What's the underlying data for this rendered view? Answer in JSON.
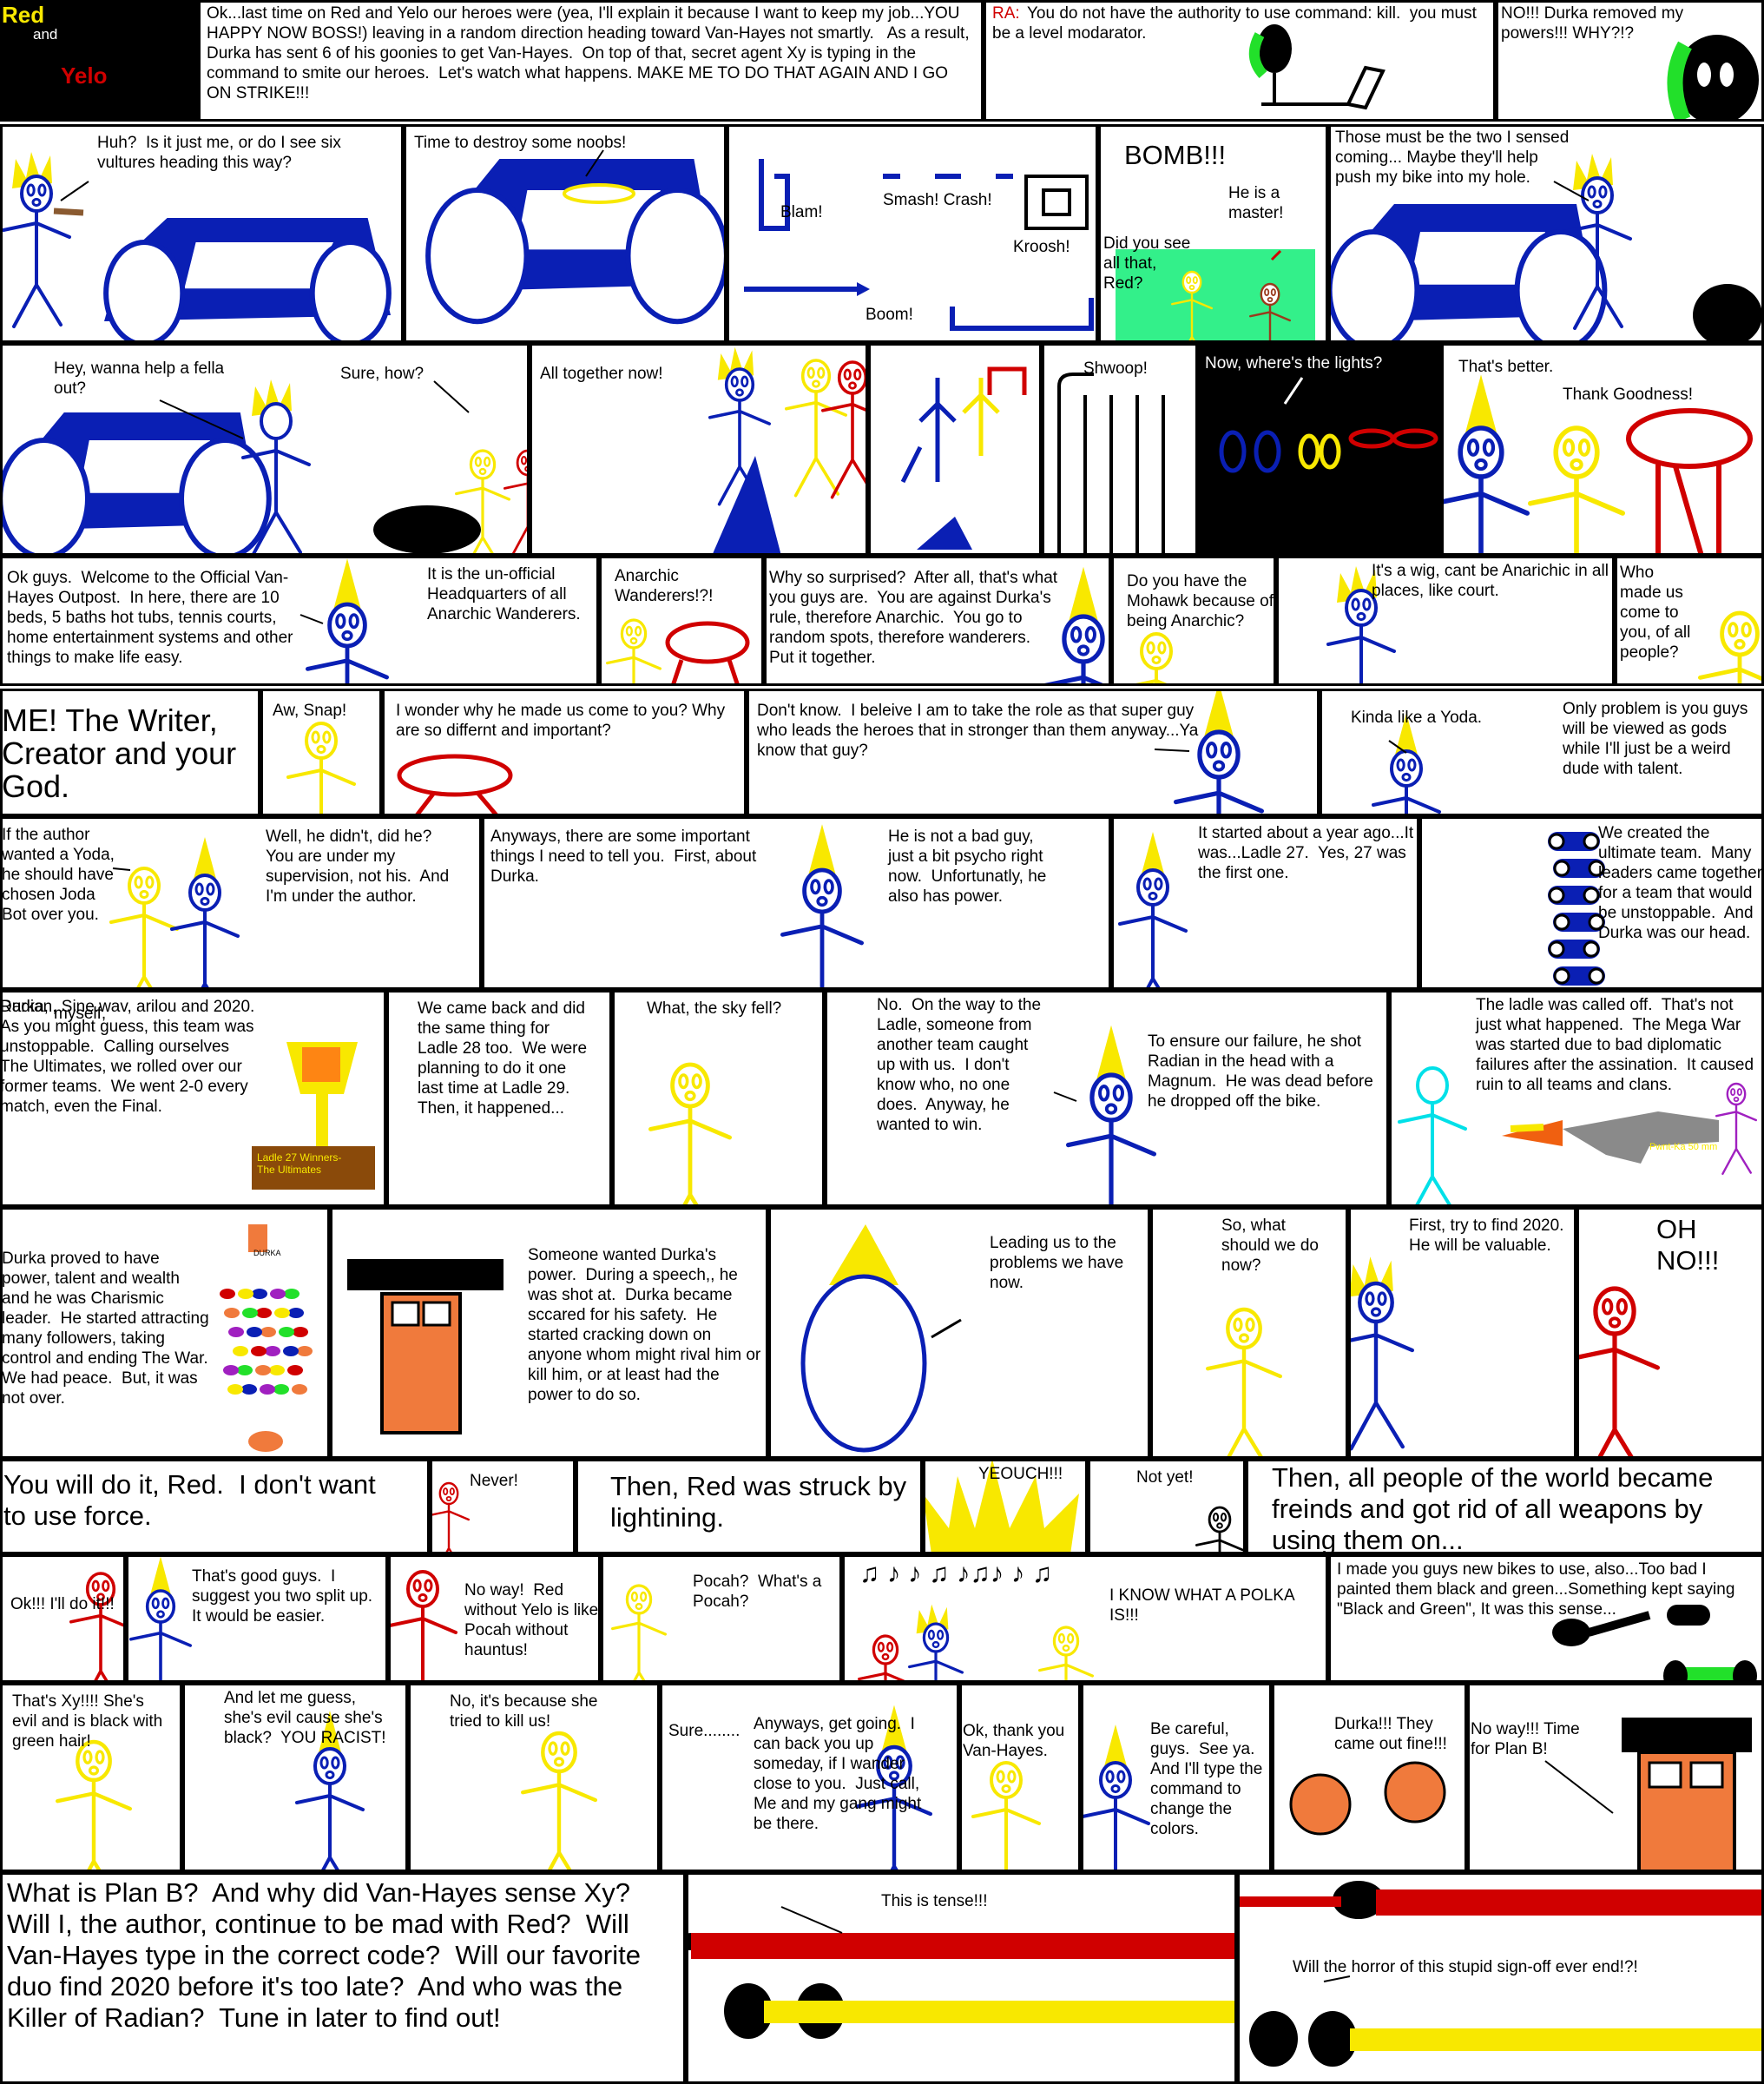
{
  "title": {
    "red": "Red",
    "and": "and",
    "yelo": "Yelo"
  },
  "colors": {
    "blue": "#0a1fb4",
    "red": "#d00000",
    "yellow": "#f8e800",
    "black": "#000000",
    "green": "#22e02a",
    "orange": "#f07a3c",
    "cyan": "#00e0e8",
    "teal": "#33f08a"
  },
  "rows": [
    {
      "name": "row-1",
      "panels": [
        {
          "id": "intro",
          "texts": [
            "Ok...last time on Red and Yelo our heroes were (yea, I'll explain it because I want to keep my job...YOU HAPPY NOW BOSS!) leaving in a random direction heading toward Van-Hayes not smartly.   As a result, Durka has sent 6 of his goonies to get Van-Hayes.  On top of that, secret agent Xy is typing in the command to smite our heroes.  Let's watch what happens. MAKE ME TO DO THAT AGAIN AND I GO ON STRIKE!!!"
          ]
        },
        {
          "id": "ra-kill",
          "texts": [
            "RA:",
            "You do not have the authority to use command: kill.  you must be a level modarator."
          ]
        },
        {
          "id": "durka-powers",
          "texts": [
            "NO!!! Durka removed my powers!!! WHY?!?"
          ]
        }
      ]
    },
    {
      "name": "row-2",
      "panels": [
        {
          "id": "vultures",
          "texts": [
            "Huh?  Is it just me, or do I see six vultures heading this way?"
          ]
        },
        {
          "id": "destroy-noobs",
          "texts": [
            "Time to destroy some noobs!"
          ]
        },
        {
          "id": "fight",
          "texts": [
            "Blam!",
            "Smash! Crash!",
            "Kroosh!",
            "Boom!"
          ]
        },
        {
          "id": "bomb",
          "texts": [
            "BOMB!!!",
            "He is a master!",
            "Did you see all that, Red?"
          ]
        },
        {
          "id": "sensed",
          "texts": [
            "Those must be the two I sensed coming... Maybe they'll help push my bike into my hole."
          ]
        }
      ]
    },
    {
      "name": "row-3",
      "panels": [
        {
          "id": "help-fella",
          "texts": [
            "Hey, wanna help a fella out?",
            "Sure, how?"
          ]
        },
        {
          "id": "together",
          "texts": [
            "All together now!"
          ]
        },
        {
          "id": "drop",
          "texts": []
        },
        {
          "id": "shwoop",
          "texts": [
            "Shwoop!"
          ]
        },
        {
          "id": "lights",
          "texts": [
            "Now, where's the lights?"
          ]
        },
        {
          "id": "better",
          "texts": [
            "That's better.",
            "Thank Goodness!"
          ]
        }
      ]
    },
    {
      "name": "row-4",
      "panels": [
        {
          "id": "welcome",
          "texts": [
            "Ok guys.  Welcome to the Official Van-Hayes Outpost.  In here, there are 10 beds, 5 baths hot tubs, tennis courts, home entertainment systems and other things to make life easy.",
            "It is the un-official Headquarters of all Anarchic Wanderers."
          ]
        },
        {
          "id": "anarchic",
          "texts": [
            "Anarchic Wanderers!?!"
          ]
        },
        {
          "id": "surprised",
          "texts": [
            "Why so surprised?  After all, that's what you guys are.  You are against Durka's rule, therefore Anarchic.  You go to random spots, therefore wanderers.  Put it together."
          ]
        },
        {
          "id": "mohawk",
          "texts": [
            "Do you have the Mohawk because of being Anarchic?"
          ]
        },
        {
          "id": "wig",
          "texts": [
            "It's a wig, cant be Anarichic in all places, like court."
          ]
        },
        {
          "id": "who-made",
          "texts": [
            "Who made us come to you, of all people?"
          ]
        }
      ]
    },
    {
      "name": "row-5",
      "panels": [
        {
          "id": "writer",
          "texts": [
            "ME! The Writer, Creator and your God."
          ]
        },
        {
          "id": "aw-snap",
          "texts": [
            "Aw, Snap!"
          ]
        },
        {
          "id": "wonder",
          "texts": [
            "I wonder why he made us come to you? Why are so differnt and important?"
          ]
        },
        {
          "id": "dont-know",
          "texts": [
            "Don't know.  I beleive I am to take the role as that super guy who leads the heroes that in stronger than them anyway...Ya know that guy?"
          ]
        },
        {
          "id": "yoda",
          "texts": [
            "Kinda like a Yoda.",
            "Only problem is you guys will be viewed as gods while I'll just be a weird dude with talent."
          ]
        }
      ]
    },
    {
      "name": "row-6",
      "panels": [
        {
          "id": "joda",
          "texts": [
            "If the author wanted a Yoda, he should have chosen Joda Bot over you.",
            "Well, he didn't, did he?  You are under my supervision, not his.  And I'm under the author."
          ]
        },
        {
          "id": "important",
          "texts": [
            "Anyways, there are some important things I need to tell you.  First, about Durka.",
            "He is not a bad guy, just a bit psycho right now.  Unfortunatly, he also has power."
          ]
        },
        {
          "id": "year-ago",
          "texts": [
            "It started about a year ago...It was...Ladle 27.  Yes, 27 was the first one."
          ]
        },
        {
          "id": "ultimate",
          "texts": [
            "We created the ultimate team.  Many leaders came together for a team that would be unstoppable.  And Durka was our head."
          ]
        }
      ]
    },
    {
      "name": "row-7",
      "panels": [
        {
          "id": "ultimates",
          "texts": [
            "Durka,",
            "myself,",
            "Radian, Sine.wav, arilou and 2020. As you might guess, this team was unstoppable.  Calling ourselves The Ultimates, we rolled over our former teams.  We went 2-0 every match, even the Final.",
            "Ladle 27 Winners- The Ultimates"
          ]
        },
        {
          "id": "ladle-28",
          "texts": [
            "We came back and did the same thing for Ladle 28 too.  We were planning to do it one last time at Ladle 29.  Then, it happened..."
          ]
        },
        {
          "id": "sky-fell",
          "texts": [
            "What, the sky fell?"
          ]
        },
        {
          "id": "magnum",
          "texts": [
            "No.  On the way to the Ladle, someone from another team caught up with us.  I don't know who, no one does.  Anyway, he wanted to win.",
            "To ensure our failure, he shot Radian in the head with a Magnum.  He was dead before he dropped off the bike."
          ]
        },
        {
          "id": "mega-war",
          "texts": [
            "The ladle was called off.  That's not just what happened.  The Mega War was started due to bad diplomatic failures after the assination.  It caused ruin to all teams and clans.",
            "Pwnt-Ka 50 mm"
          ]
        }
      ]
    },
    {
      "name": "row-8",
      "panels": [
        {
          "id": "durka-power",
          "texts": [
            "Durka proved to have power, talent and wealth and he was Charismic leader.  He started attracting many followers, taking control and ending The War.  We had peace.  But, it was not over.",
            "DURKA"
          ]
        },
        {
          "id": "speech",
          "texts": [
            "Someone wanted Durka's power.  During a speech,, he was shot at.  Durka became sccared for his safety.  He started cracking down on anyone whom might rival him or kill him, or at least had the power to do so."
          ]
        },
        {
          "id": "leading",
          "texts": [
            "Leading us to the problems we have now."
          ]
        },
        {
          "id": "what-now",
          "texts": [
            "So, what should we do now?"
          ]
        },
        {
          "id": "find-2020",
          "texts": [
            "First, try to find 2020.  He will be valuable."
          ]
        },
        {
          "id": "oh-no",
          "texts": [
            "OH NO!!!"
          ]
        }
      ]
    },
    {
      "name": "row-9",
      "panels": [
        {
          "id": "force",
          "texts": [
            "You will do it, Red.  I don't want to use force."
          ]
        },
        {
          "id": "never",
          "texts": [
            "Never!"
          ]
        },
        {
          "id": "lightning",
          "texts": [
            "Then, Red was struck by lightining."
          ]
        },
        {
          "id": "yeouch",
          "texts": [
            "YEOUCH!!!"
          ]
        },
        {
          "id": "not-yet",
          "texts": [
            "Not yet!"
          ]
        },
        {
          "id": "friends",
          "texts": [
            "Then, all people of the world became freinds and got rid of all weapons by using them on..."
          ]
        }
      ]
    },
    {
      "name": "row-10",
      "panels": [
        {
          "id": "ill-do-it",
          "texts": [
            "Ok!!! I'll do it!!!"
          ]
        },
        {
          "id": "split",
          "texts": [
            "That's good guys.  I suggest you two split up.  It would be easier."
          ]
        },
        {
          "id": "no-way",
          "texts": [
            "No way!  Red without Yelo is like Pocah without hauntus!"
          ]
        },
        {
          "id": "pocah",
          "texts": [
            "Pocah?  What's a Pocah?"
          ]
        },
        {
          "id": "polka",
          "texts": [
            "♫ ♪ ♪ ♫ ♪♫♪ ♪ ♫",
            "I KNOW WHAT A POLKA IS!!!"
          ]
        },
        {
          "id": "new-bikes",
          "texts": [
            "I made you guys new bikes to use, also...Too bad I painted them black and green...Something kept saying \"Black and Green\", It was this sense..."
          ]
        }
      ]
    },
    {
      "name": "row-11",
      "panels": [
        {
          "id": "xy-evil",
          "texts": [
            "That's Xy!!!! She's evil and is black with green hair!"
          ]
        },
        {
          "id": "racist",
          "texts": [
            "And let me guess, she's evil cause she's black?  YOU RACIST!"
          ]
        },
        {
          "id": "tried-kill",
          "texts": [
            "No, it's because she tried to kill us!"
          ]
        },
        {
          "id": "get-going",
          "texts": [
            "Sure........",
            "Anyways, get going.  I can back you up someday, if I wander close to you.  Just call, Me and my gang might be there."
          ]
        },
        {
          "id": "thanks",
          "texts": [
            "Ok, thank you Van-Hayes."
          ]
        },
        {
          "id": "careful",
          "texts": [
            "Be careful, guys.  See ya. And I'll type the command to change the colors."
          ]
        },
        {
          "id": "fine",
          "texts": [
            "Durka!!! They came out fine!!!"
          ]
        },
        {
          "id": "plan-b",
          "texts": [
            "No way!!! Time for Plan B!"
          ]
        }
      ]
    },
    {
      "name": "row-12",
      "panels": [
        {
          "id": "questions",
          "texts": [
            "What is Plan B?  And why did Van-Hayes sense Xy?  Will I, the author, continue to be mad with Red?  Will Van-Hayes type in the correct code?  Will our favorite duo find 2020 before it's too late?  And who was the Killer of Radian?  Tune in later to find out!"
          ]
        },
        {
          "id": "tense",
          "texts": [
            "This is tense!!!"
          ]
        },
        {
          "id": "sign-off",
          "texts": [
            "Will the horror of this stupid sign-off ever end!?!"
          ]
        }
      ]
    }
  ]
}
